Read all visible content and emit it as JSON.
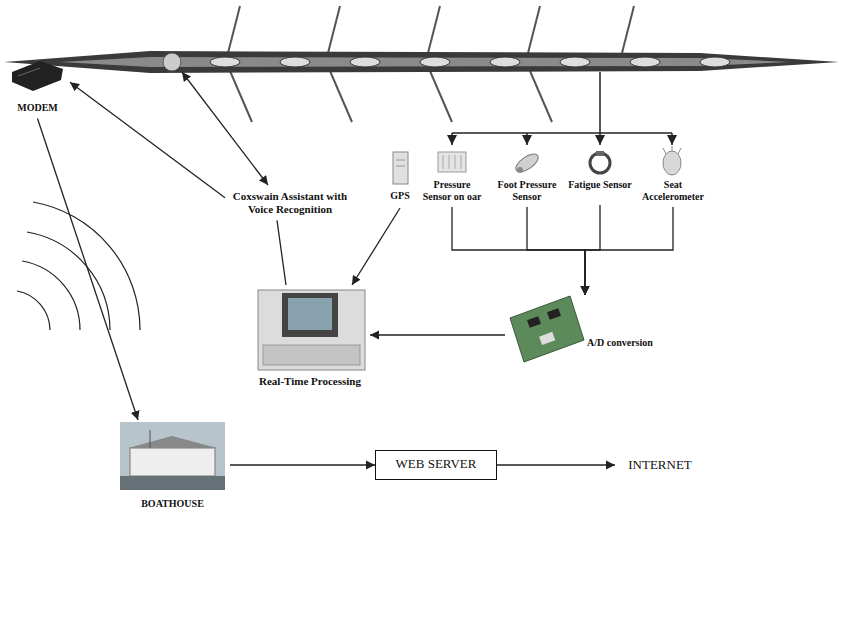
{
  "diagram": {
    "nodes": [
      {
        "text": [
          "MODEM"
        ]
      },
      {
        "text": [
          "Coxswain Assistant with Voice Recognition"
        ]
      },
      {
        "text": [
          "GPS"
        ]
      },
      {
        "text": [
          "Pressure Sensor on oar"
        ]
      },
      {
        "text": [
          "Foot Pressure Sensor"
        ]
      },
      {
        "text": [
          "Fatigue Sensor"
        ]
      },
      {
        "text": [
          "Seat Accelerometer"
        ]
      },
      {
        "text": [
          "A/D conversion"
        ]
      },
      {
        "text": [
          "Real-Time Processing"
        ]
      },
      {
        "text": [
          "BOATHOUSE"
        ]
      },
      {
        "text": [
          "WEB SERVER"
        ]
      },
      {
        "text": [
          "INTERNET"
        ]
      }
    ],
    "edges": [
      {
        "from": 1,
        "to": 0,
        "arrow": "to"
      },
      {
        "from": 2,
        "to": 8,
        "arrow": "to"
      },
      {
        "from": 1,
        "to": 8,
        "arrow": "none"
      },
      {
        "from": 3,
        "to": 7,
        "arrow": "to"
      },
      {
        "from": 4,
        "to": 7,
        "arrow": "to"
      },
      {
        "from": 5,
        "to": 7,
        "arrow": "to"
      },
      {
        "from": 6,
        "to": 7,
        "arrow": "to"
      },
      {
        "from": 7,
        "to": 8,
        "arrow": "to"
      },
      {
        "from": 0,
        "to": 9,
        "arrow": "to"
      },
      {
        "from": 9,
        "to": 10,
        "arrow": "to"
      },
      {
        "from": 10,
        "to": 11,
        "arrow": "to"
      }
    ]
  }
}
